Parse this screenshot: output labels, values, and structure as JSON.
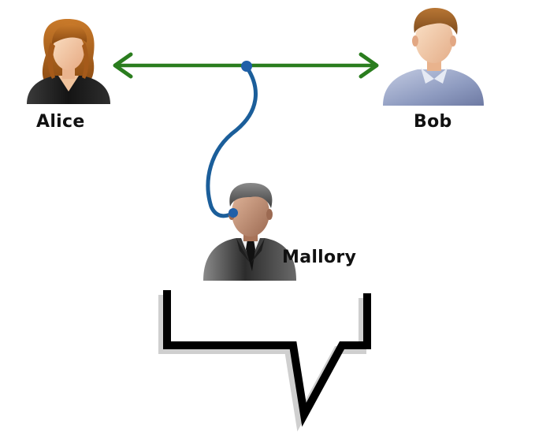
{
  "people": {
    "alice": {
      "name": "Alice"
    },
    "bob": {
      "name": "Bob"
    },
    "mallory": {
      "name": "Mallory"
    }
  },
  "colors": {
    "channel": "#2a7d1e",
    "wiretap": "#1b5e9a",
    "tap_node": "#1f5fa8",
    "bubble_outline": "#000000",
    "alice_hair": "#b5651d",
    "alice_skin": "#f3c9a0",
    "alice_suit": "#1c1c1c",
    "bob_hair": "#a0642a",
    "bob_skin": "#f1c7a2",
    "bob_shirt": "#9aa6c8",
    "mallory_hair": "#5a5a5a",
    "mallory_skin": "#c9967a",
    "mallory_suit": "#3a3a3a"
  },
  "icons": {
    "alice": "woman-avatar-icon",
    "bob": "man-avatar-icon",
    "mallory": "spy-avatar-icon",
    "channel": "double-arrow-icon",
    "tap": "wiretap-cable-icon",
    "speech": "speech-bubble-icon"
  }
}
